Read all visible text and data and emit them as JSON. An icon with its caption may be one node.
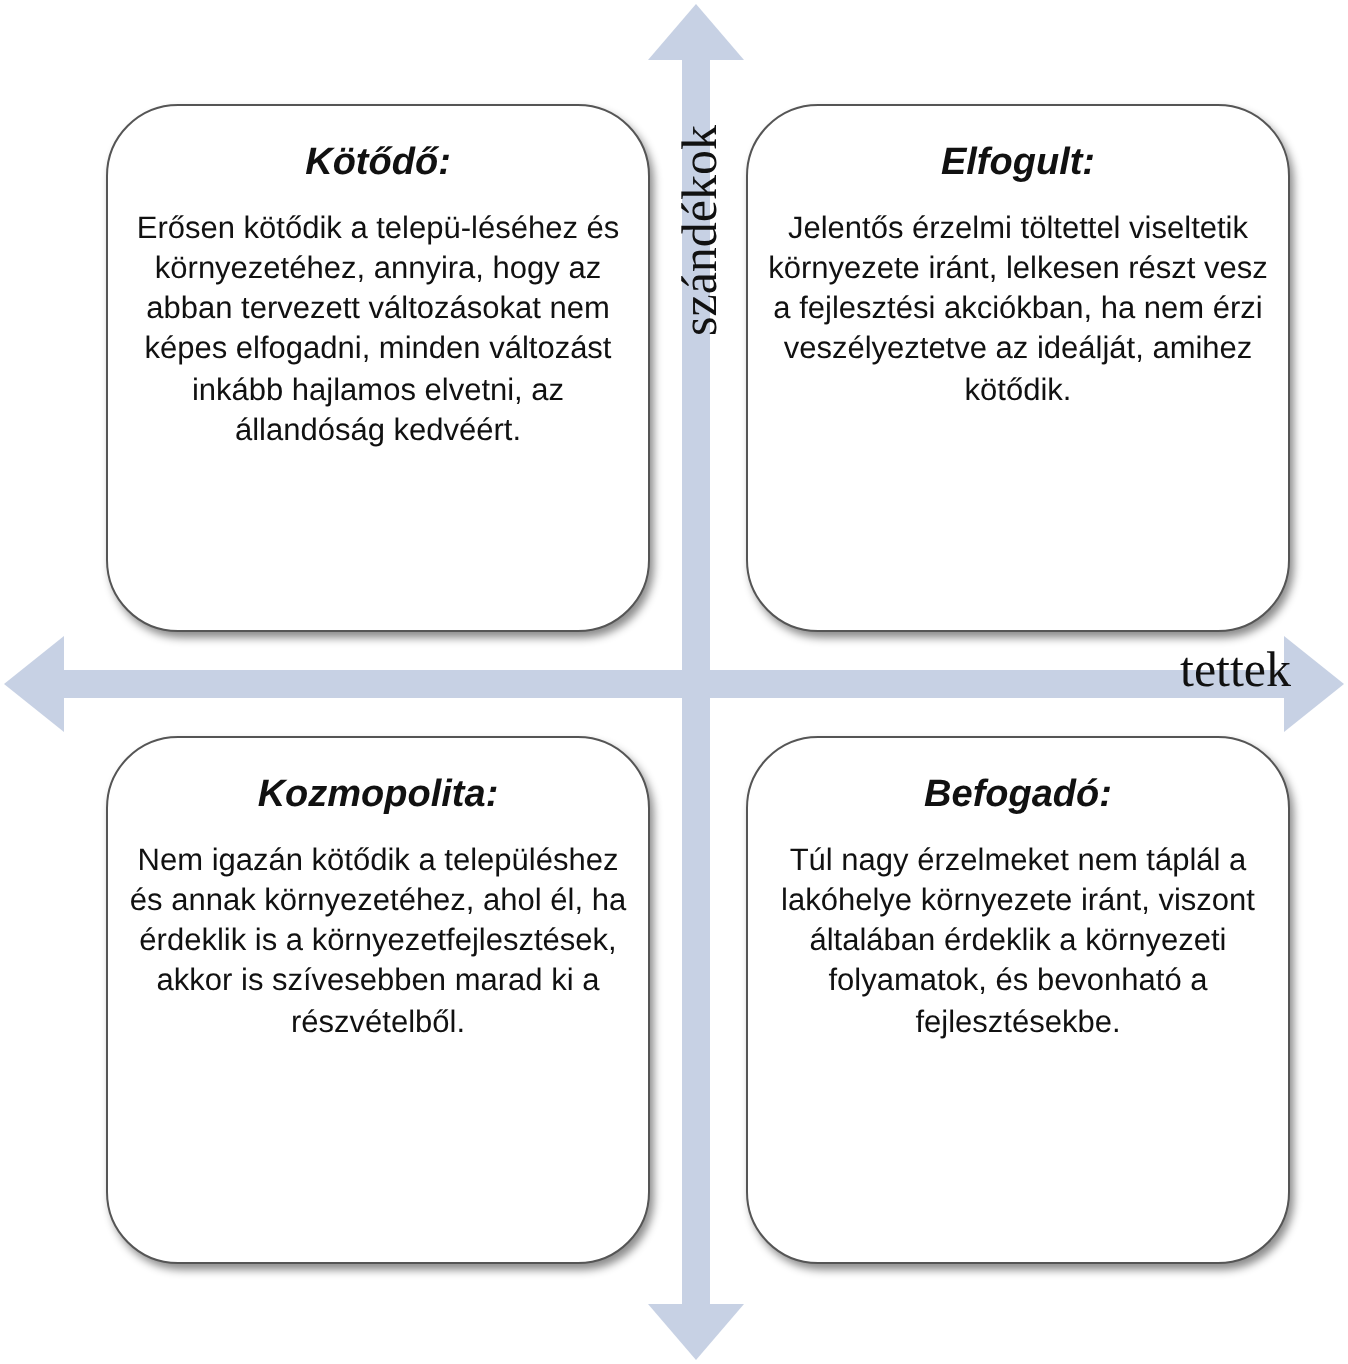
{
  "diagram": {
    "nodes": [
      {
        "text": [
          "Kötődő:",
          "Erősen kötődik a telepü-léséhez és környezetéhez, annyira, hogy az abban tervezett változásokat nem képes elfogadni, minden változást inkább hajlamos elvetni, az állandóság kedvéért."
        ]
      },
      {
        "text": [
          "Elfogult:",
          "Jelentős érzelmi töltettel viseltetik környezete iránt, lelkesen részt vesz a fejlesztési akciókban, ha nem érzi veszélyeztetve az ideálját, amihez kötődik."
        ]
      },
      {
        "text": [
          "Kozmopolita:",
          "Nem igazán kötődik a településhez és annak környezetéhez, ahol él, ha érdeklik is a környezetfejlesztések, akkor is szívesebben marad ki a részvételből."
        ]
      },
      {
        "text": [
          "Befogadó:",
          "Túl nagy érzelmeket nem táplál a lakóhelye környezete iránt, viszont általában érdeklik a környezeti folyamatok, és bevonható a fejlesztésekbe."
        ]
      }
    ],
    "labels": [
      "szándékok",
      "tettek"
    ]
  }
}
